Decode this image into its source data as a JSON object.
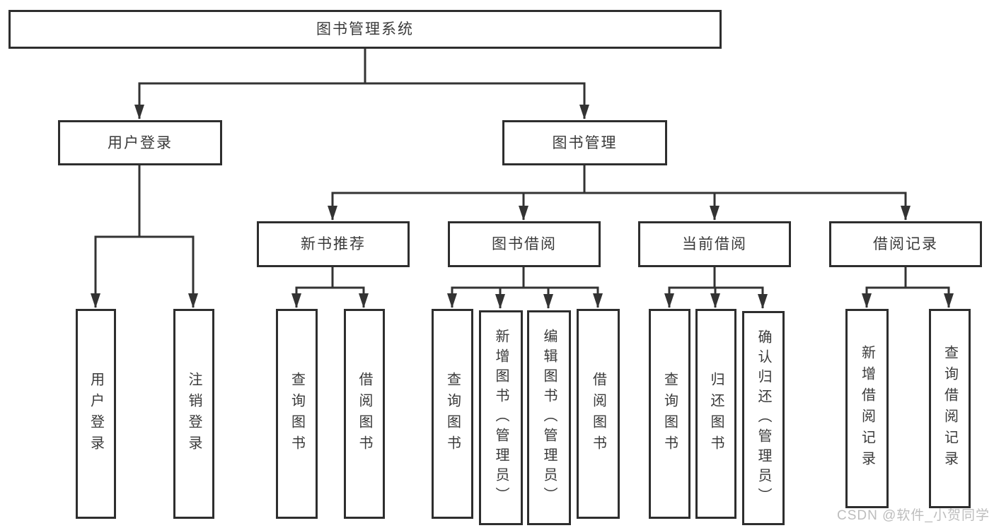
{
  "diagram": {
    "root": "图书管理系统",
    "level2": {
      "user_login": "用户登录",
      "book_mgmt": "图书管理"
    },
    "level3": {
      "new_book": "新书推荐",
      "borrow": "图书借阅",
      "current": "当前借阅",
      "records": "借阅记录"
    },
    "leaves": {
      "user_login": "用户登录",
      "logout": "注销登录",
      "nb_query": "查询图书",
      "nb_borrow": "借阅图书",
      "bb_query": "查询图书",
      "bb_add": "新增图书（管理员）",
      "bb_edit": "编辑图书（管理员）",
      "bb_borrow": "借阅图书",
      "cb_query": "查询图书",
      "cb_return": "归还图书",
      "cb_confirm": "确认归还（管理员）",
      "br_add": "新增借阅记录",
      "br_query": "查询借阅记录"
    }
  },
  "watermark": "CSDN @软件_小贺同学",
  "colors": {
    "line": "#333333",
    "box_border": "#2e2e2e",
    "text": "#3a3a3a",
    "watermark": "#bdbdbd",
    "background": "#ffffff"
  }
}
